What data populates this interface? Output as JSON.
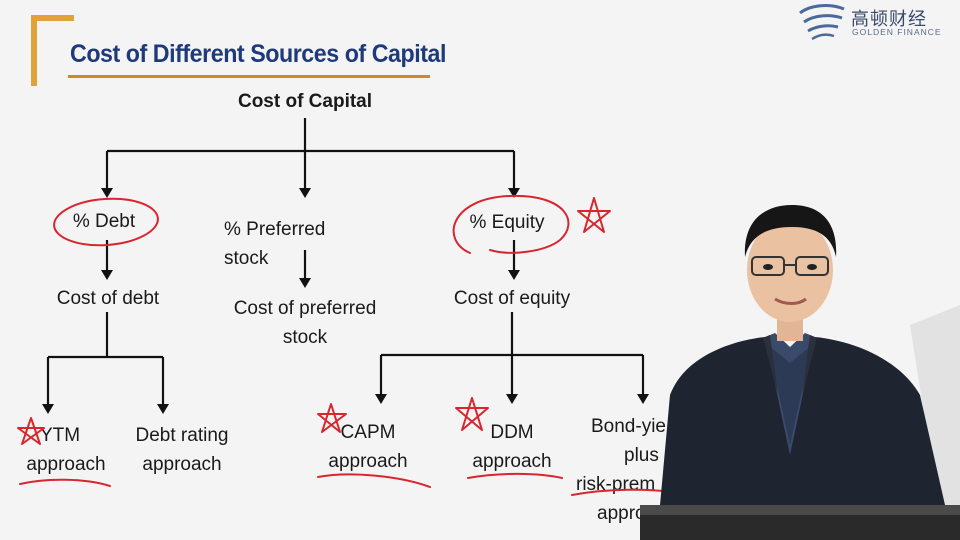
{
  "slide": {
    "title": "Cost of Different Sources of Capital",
    "root": "Cost of Capital",
    "branches": {
      "debt": {
        "label": "% Debt",
        "cost": "Cost of debt"
      },
      "preferred": {
        "label_line1": "% Preferred",
        "label_line2": "stock",
        "cost_line1": "Cost of preferred",
        "cost_line2": "stock"
      },
      "equity": {
        "label": "% Equity",
        "cost": "Cost of equity"
      }
    },
    "leaves": {
      "ytm": {
        "line1": "YTM",
        "line2": "approach"
      },
      "debt_rating": {
        "line1": "Debt rating",
        "line2": "approach"
      },
      "capm": {
        "line1": "CAPM",
        "line2": "approach"
      },
      "ddm": {
        "line1": "DDM",
        "line2": "approach"
      },
      "bond_yield": {
        "line1": "Bond-yie",
        "line2": "plus",
        "line3": "risk-prem",
        "line4": "appro"
      }
    }
  },
  "logo": {
    "name_cn": "高顿财经",
    "name_en": "GOLDEN FINANCE"
  },
  "colors": {
    "title": "#1f3a7a",
    "accent_bracket": "#e0a23a",
    "annotation": "#d8262f",
    "connector": "#111111"
  }
}
